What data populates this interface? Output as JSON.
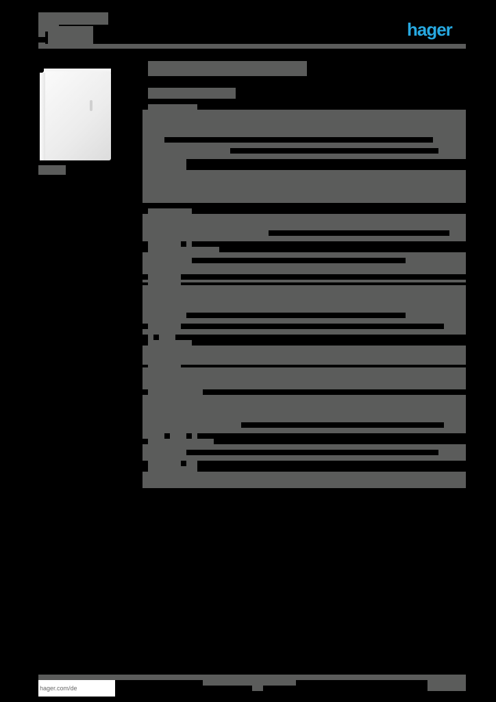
{
  "header": {
    "title_line_1": "[redacted]",
    "title_line_2": "[redacted]",
    "brand_logo": "hager",
    "brand_color": "#27a9e1",
    "redaction_color": "#5b5c5b"
  },
  "left_column": {
    "product_image_alt": "white wall-mounted enclosure with door",
    "image_caption": "[redacted]"
  },
  "main": {
    "product_title": "[redacted]",
    "product_subtitle": "[redacted]",
    "sections": [
      {
        "heading": "[redacted]",
        "lines": [
          "[redacted]",
          "[redacted]",
          "[redacted]",
          "[redacted]",
          "[redacted]",
          "[redacted]"
        ]
      },
      {
        "heading": "[redacted]",
        "lines": [
          "[redacted]",
          "[redacted]",
          "[redacted]",
          "[redacted]",
          "[redacted]"
        ]
      },
      {
        "heading": "[redacted]",
        "lines": [
          "[redacted]",
          "[redacted]",
          "[redacted]",
          "[redacted]",
          "[redacted]"
        ]
      },
      {
        "heading": "[redacted]",
        "lines": [
          "[redacted]",
          "[redacted]",
          "[redacted]",
          "[redacted]"
        ]
      },
      {
        "heading": "[redacted]",
        "lines": [
          "[redacted]",
          "[redacted]"
        ]
      },
      {
        "heading": "[redacted]",
        "lines": [
          "[redacted]"
        ]
      }
    ]
  },
  "footer": {
    "url": "hager.com/de",
    "center_text": "[redacted]",
    "page_info": "[redacted]"
  }
}
